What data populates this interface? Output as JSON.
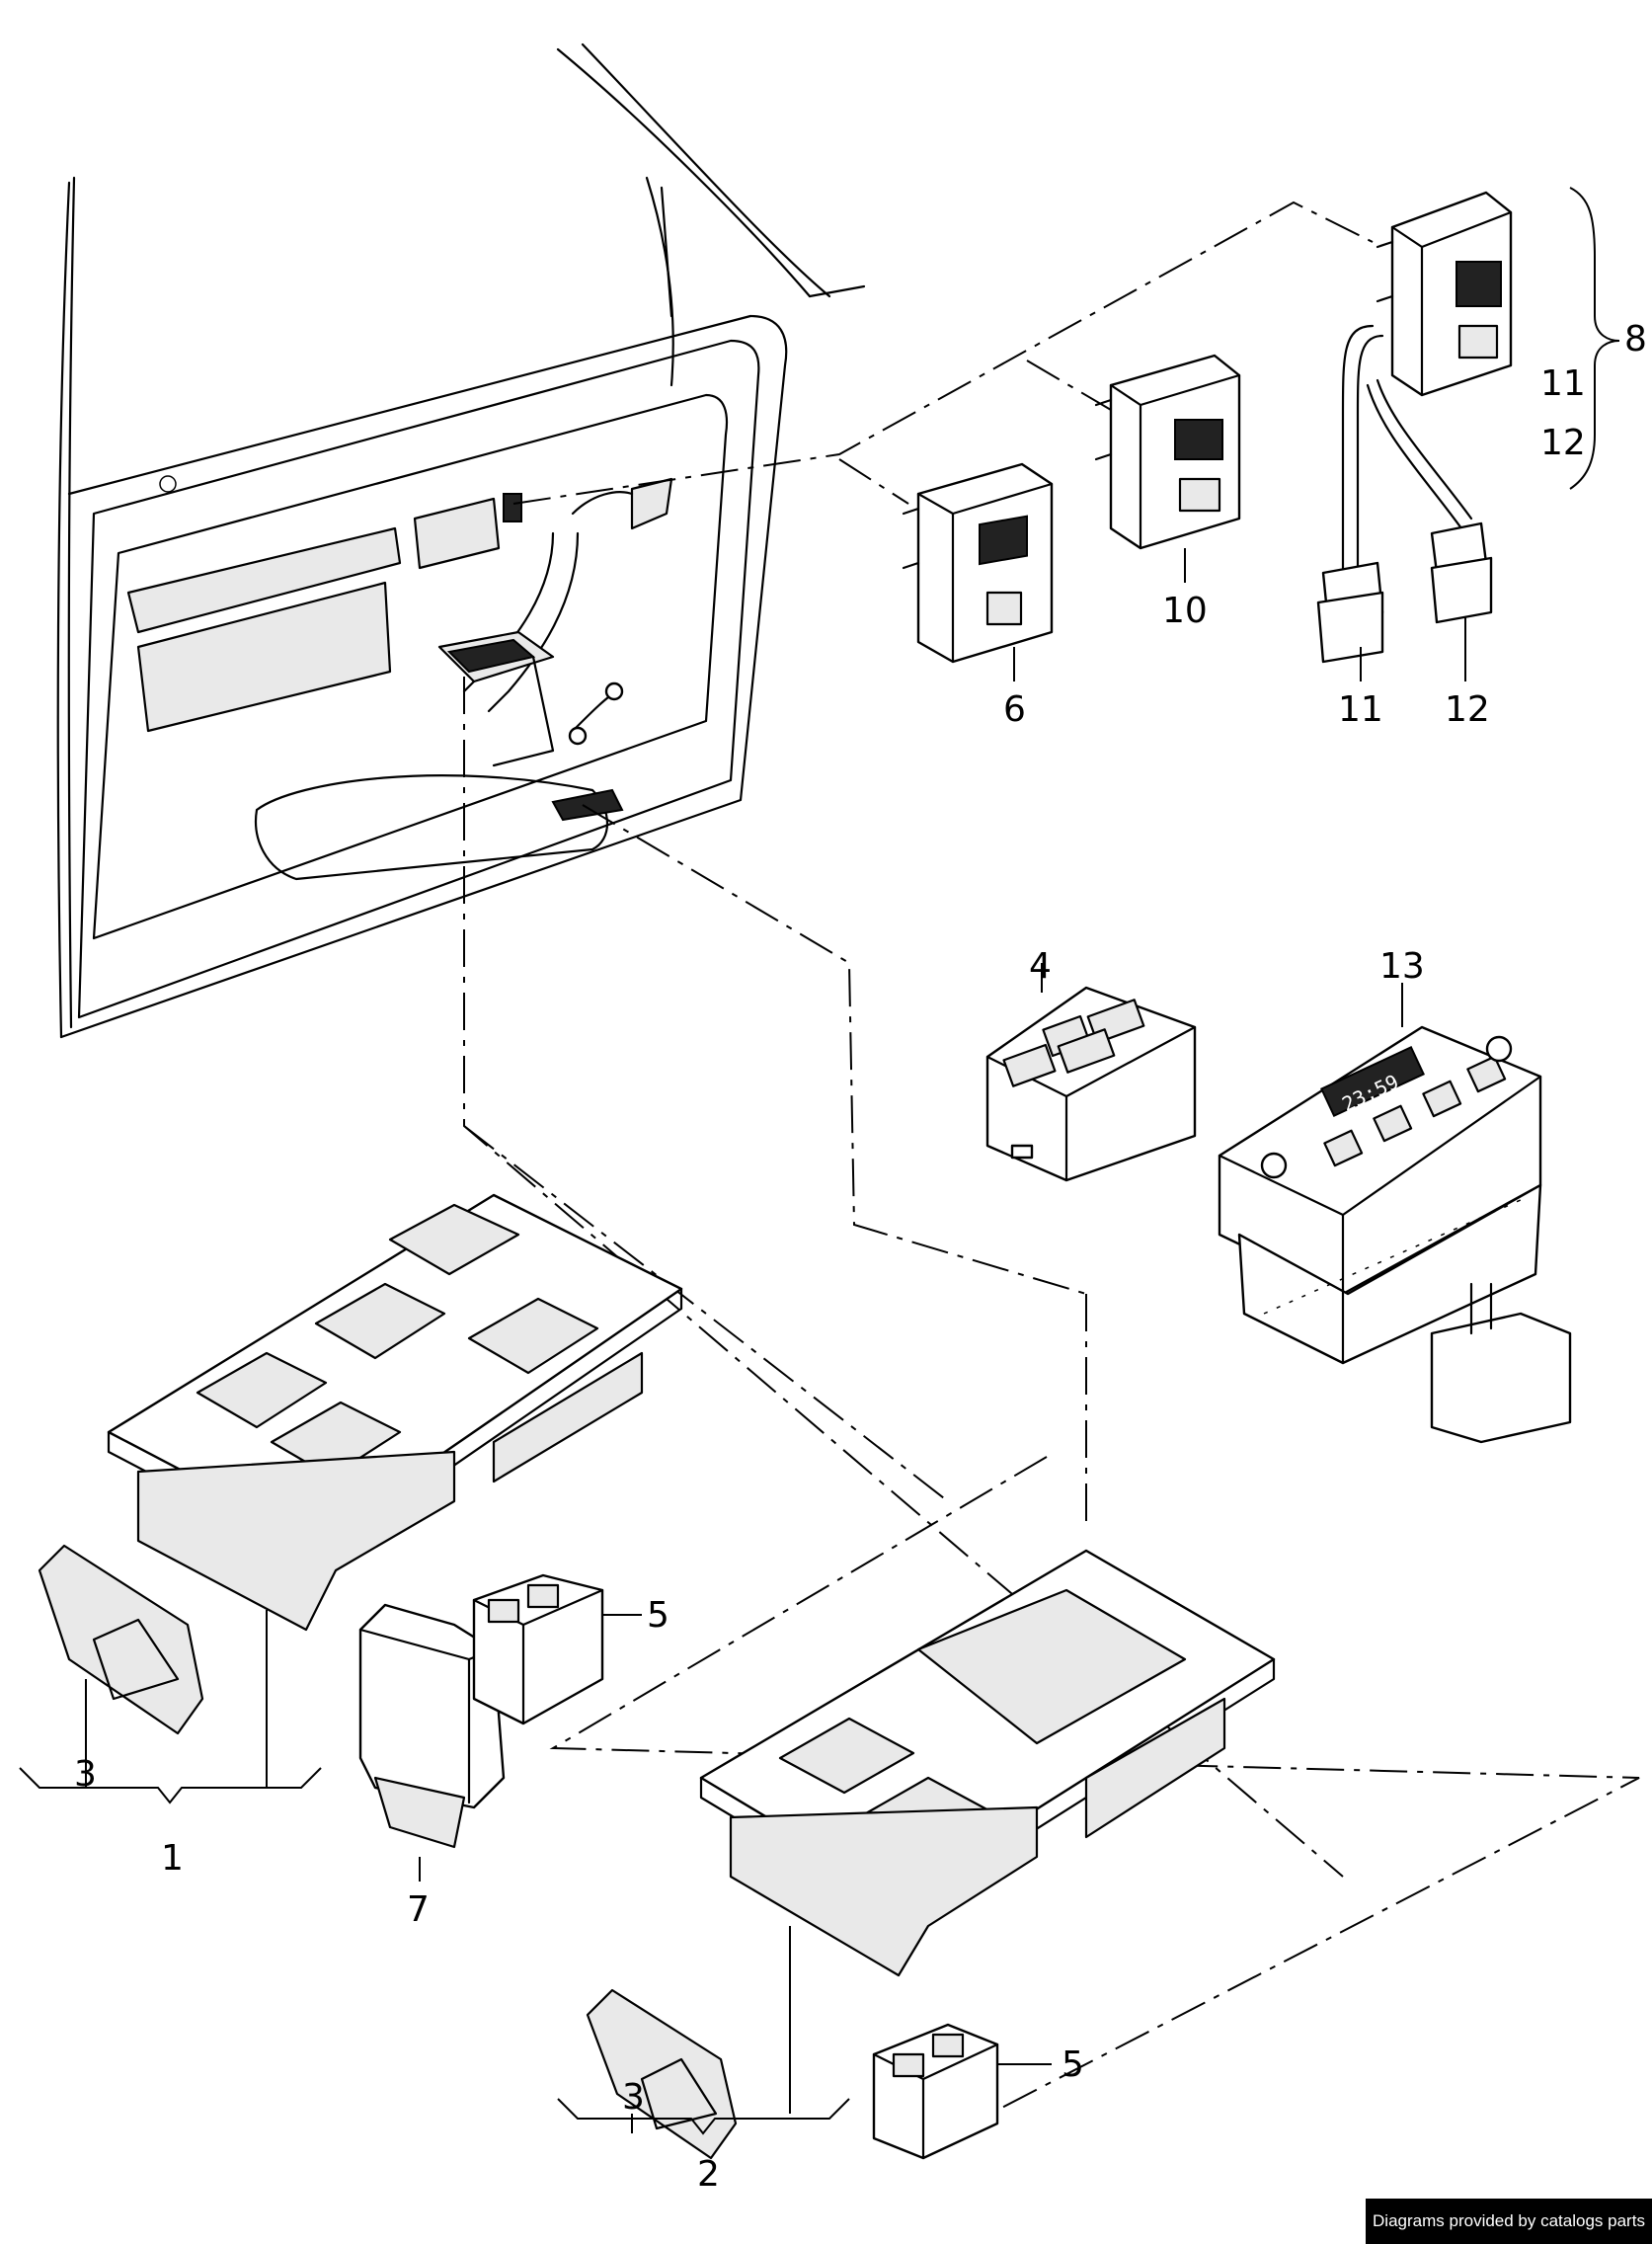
{
  "callouts": {
    "c1": "1",
    "c2": "2",
    "c3a": "3",
    "c3b": "3",
    "c4": "4",
    "c5a": "5",
    "c5b": "5",
    "c6": "6",
    "c7": "7",
    "c8": "8",
    "c10": "10",
    "c11a": "11",
    "c11b": "11",
    "c12a": "12",
    "c12b": "12",
    "c13": "13"
  },
  "clock_display": "23:59",
  "footer": {
    "credit": "Diagrams provided by catalogs parts"
  }
}
